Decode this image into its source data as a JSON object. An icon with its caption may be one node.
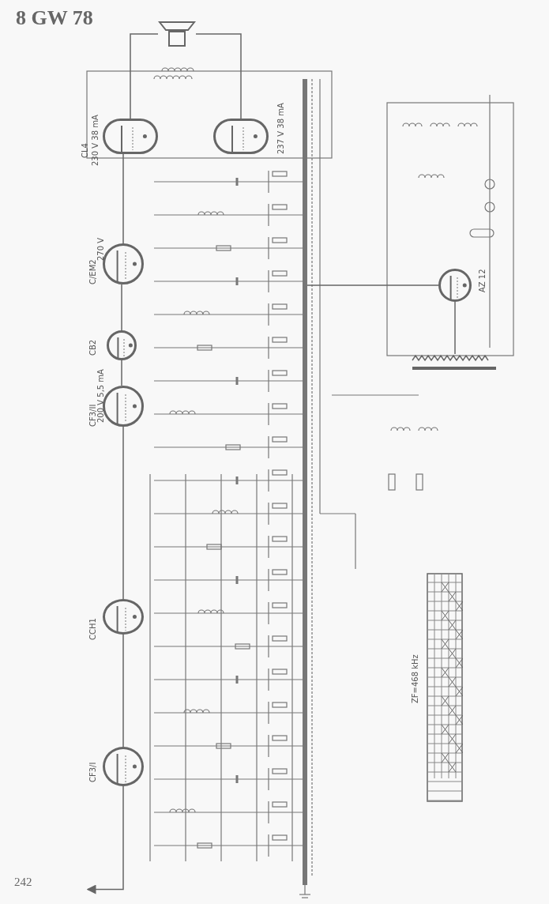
{
  "diagram": {
    "title": "8 GW 78",
    "nodes": [
      {
        "text": [],
        "shape": "picture"
      },
      {
        "text": [],
        "shape": "circle",
        "beside": [
          "CL4",
          "230 V 38 mA"
        ]
      },
      {
        "text": [],
        "shape": "circle",
        "beside": [
          "237 V 38 mA"
        ]
      },
      {
        "text": [],
        "shape": "circle",
        "beside": [
          "C/EM2",
          "270 V"
        ]
      },
      {
        "text": [],
        "shape": "circle",
        "beside": [
          "CB2"
        ]
      },
      {
        "text": [],
        "shape": "circle",
        "beside": [
          "CF3/II",
          "200 V 5,5 mA"
        ]
      },
      {
        "text": [],
        "shape": "circle",
        "beside": [
          "CCH1"
        ]
      },
      {
        "text": [],
        "shape": "circle",
        "beside": [
          "CF3/I"
        ]
      },
      {
        "text": [],
        "shape": "bar"
      },
      {
        "text": [],
        "shape": "circle",
        "beside": [
          "AZ 12"
        ]
      },
      {
        "text": [],
        "shape": "coil"
      },
      {
        "text": [],
        "shape": "box",
        "beside": [
          "ZF=468 kHz"
        ]
      }
    ],
    "edges": [
      {
        "from": 7,
        "to": null,
        "arrow": "to"
      },
      {
        "from": 7,
        "to": 6,
        "arrow": "none"
      },
      {
        "from": 6,
        "to": 5,
        "arrow": "none"
      },
      {
        "from": 5,
        "to": 4,
        "arrow": "none"
      },
      {
        "from": 4,
        "to": 3,
        "arrow": "none"
      },
      {
        "from": 3,
        "to": 1,
        "arrow": "none"
      },
      {
        "from": 1,
        "to": 0,
        "arrow": "none"
      },
      {
        "from": 2,
        "to": 0,
        "arrow": "none"
      },
      {
        "from": 9,
        "to": 8,
        "arrow": "none"
      },
      {
        "from": 10,
        "to": 9,
        "arrow": "none"
      }
    ],
    "labels": [
      "242"
    ]
  }
}
